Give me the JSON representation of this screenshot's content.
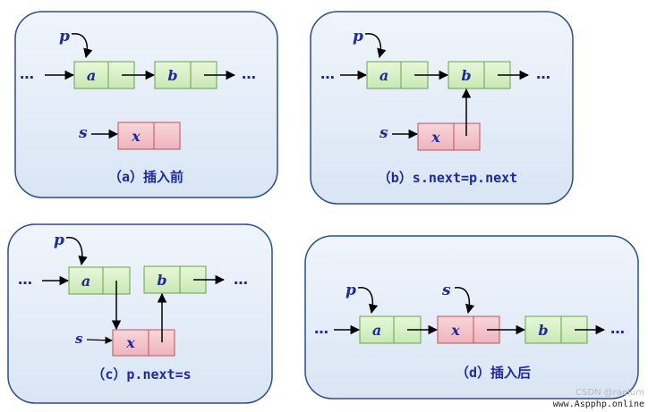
{
  "colors": {
    "panel_fill": "#e4edf8",
    "panel_stroke": "#2c4f86",
    "green_fill": "#d8f0c8",
    "green_stroke": "#67a34a",
    "red_fill": "#f3c6cc",
    "red_stroke": "#c0505c",
    "text": "#1f2a9e"
  },
  "panels": {
    "a": {
      "caption": "（a）插入前",
      "pointer_p": "p",
      "pointer_s": "s",
      "node_a": "a",
      "node_b": "b",
      "node_x": "x",
      "dots_left": "…",
      "dots_right": "…"
    },
    "b": {
      "caption": "（b）s.next=p.next",
      "pointer_p": "p",
      "pointer_s": "s",
      "node_a": "a",
      "node_b": "b",
      "node_x": "x",
      "dots_left": "…",
      "dots_right": "…"
    },
    "c": {
      "caption": "（c）p.next=s",
      "pointer_p": "p",
      "pointer_s": "s",
      "node_a": "a",
      "node_b": "b",
      "node_x": "x",
      "dots_left": "…",
      "dots_right": "…"
    },
    "d": {
      "caption": "（d）插入后",
      "pointer_p": "p",
      "pointer_s": "s",
      "node_a": "a",
      "node_b": "b",
      "node_x": "x",
      "dots_left": "…",
      "dots_right": "…"
    }
  },
  "watermark": {
    "csdn": "CSDN @raelum",
    "site": "www.Aspphp.online"
  }
}
